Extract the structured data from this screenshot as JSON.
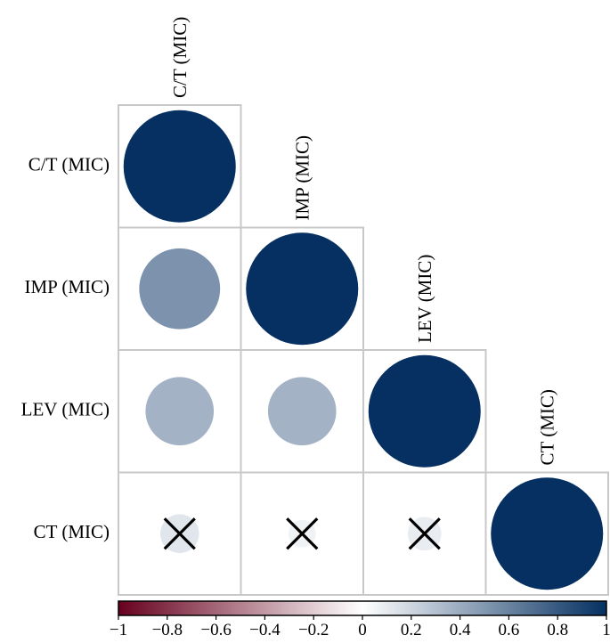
{
  "chart_data": {
    "type": "heatmap",
    "subtype": "correlation-circle-lower-triangle",
    "title": "",
    "variables": [
      "C/T (MIC)",
      "IMP (MIC)",
      "LEV (MIC)",
      "CT (MIC)"
    ],
    "matrix": [
      [
        1.0,
        null,
        null,
        null
      ],
      [
        0.52,
        1.0,
        null,
        null
      ],
      [
        0.37,
        0.37,
        1.0,
        null
      ],
      [
        0.12,
        0.06,
        0.09,
        1.0
      ]
    ],
    "insignificant": [
      [
        3,
        0
      ],
      [
        3,
        1
      ],
      [
        3,
        2
      ]
    ],
    "colorbar": {
      "ticks": [
        -1,
        -0.8,
        -0.6,
        -0.4,
        -0.2,
        0,
        0.2,
        0.4,
        0.6,
        0.8,
        1
      ],
      "tick_labels": [
        "−1",
        "−0.8",
        "−0.6",
        "−0.4",
        "−0.2",
        "0",
        "0.2",
        "0.4",
        "0.6",
        "0.8",
        "1"
      ],
      "range": [
        -1,
        1
      ],
      "orientation": "horizontal",
      "placement": "bottom"
    },
    "colors": {
      "negative": "#67001f",
      "mid": "#ffffff",
      "positive": "#053061",
      "cell_border": "#c8c8c8"
    }
  }
}
